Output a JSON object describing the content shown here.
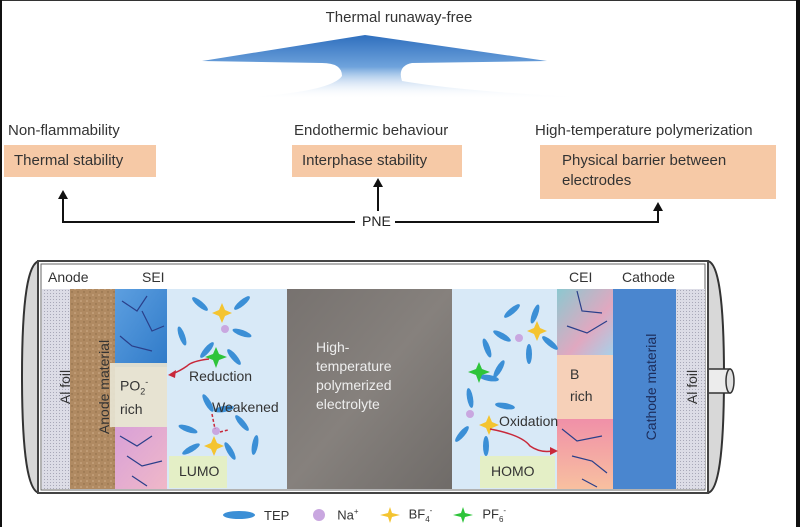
{
  "title": "Thermal runaway-free",
  "properties": [
    {
      "heading": "Non-flammability",
      "box": "Thermal stability"
    },
    {
      "heading": "Endothermic behaviour",
      "box": "Interphase stability"
    },
    {
      "heading": "High-temperature polymerization",
      "box_line1": "Physical barrier between",
      "box_line2": "electrodes"
    }
  ],
  "source_label": "PNE",
  "battery": {
    "anode_header": "Anode",
    "sei_header": "SEI",
    "cei_header": "CEI",
    "cathode_header": "Cathode",
    "al_foil_left": "Al foil",
    "al_foil_right": "Al foil",
    "anode_material": "Anode material",
    "cathode_material": "Cathode material",
    "po2_rich_line1": "PO",
    "po2_sub": "2",
    "po2_sup": "-",
    "po2_rich_line2": "rich",
    "b_rich_line1": "B",
    "b_rich_line2": "rich",
    "reduction": "Reduction",
    "weakened": "Weakened",
    "oxidation": "Oxidation",
    "lumo": "LUMO",
    "homo": "HOMO",
    "polymer_line1": "High-",
    "polymer_line2": "temperature",
    "polymer_line3": "polymerized",
    "polymer_line4": "electrolyte"
  },
  "legend": [
    {
      "label": "TEP",
      "icon": "ellipse-blue"
    },
    {
      "label": "Na",
      "sup": "+",
      "icon": "circle-purple"
    },
    {
      "label": "BF",
      "sub": "4",
      "sup": "-",
      "icon": "star-yellow"
    },
    {
      "label": "PF",
      "sub": "6",
      "sup": "-",
      "icon": "star-green"
    }
  ],
  "colors": {
    "arrow_blue": "#3a7cc8",
    "box_peach": "#f6c9a6",
    "electrolyte_blue": "#d8e9f7",
    "tep_blue": "#3b8fd6",
    "na_purple": "#c9a7e0",
    "bf4_yellow": "#f4c430",
    "pf6_green": "#2ec43a",
    "polymer_gray": "#7b7774",
    "cathode_blue": "#4a86cf",
    "anode_brown": "#b08a62"
  }
}
